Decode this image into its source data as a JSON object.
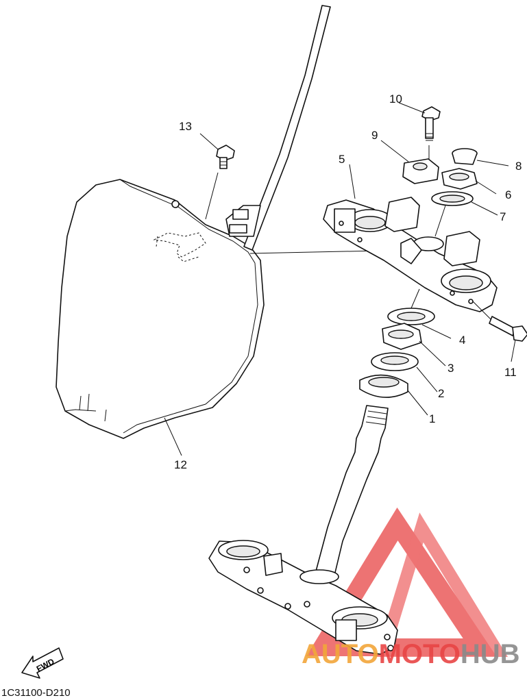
{
  "diagram_code": "1C31100-D210",
  "fwd_label": "FWD",
  "watermark": {
    "part1": "AUTO",
    "part2": "MOTO",
    "part3": "HUB",
    "color_red": "#e84545",
    "color_orange": "#f2a63a",
    "color_gray": "#8a8a8a"
  },
  "callouts": [
    {
      "id": "1",
      "label": "1"
    },
    {
      "id": "2",
      "label": "2"
    },
    {
      "id": "3",
      "label": "3"
    },
    {
      "id": "4",
      "label": "4"
    },
    {
      "id": "5",
      "label": "5"
    },
    {
      "id": "6",
      "label": "6"
    },
    {
      "id": "7",
      "label": "7"
    },
    {
      "id": "8",
      "label": "8"
    },
    {
      "id": "9",
      "label": "9"
    },
    {
      "id": "10",
      "label": "10"
    },
    {
      "id": "11",
      "label": "11"
    },
    {
      "id": "12",
      "label": "12"
    },
    {
      "id": "13",
      "label": "13"
    }
  ]
}
